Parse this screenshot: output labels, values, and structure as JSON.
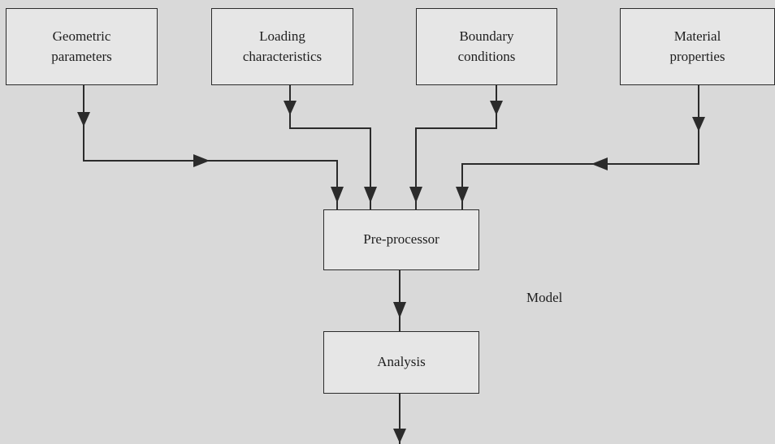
{
  "inputs": [
    {
      "line1": "Geometric",
      "line2": "parameters"
    },
    {
      "line1": "Loading",
      "line2": "characteristics"
    },
    {
      "line1": "Boundary",
      "line2": "conditions"
    },
    {
      "line1": "Material",
      "line2": "properties"
    }
  ],
  "preprocessor": {
    "label": "Pre-processor"
  },
  "model_label": "Model",
  "analysis": {
    "label": "Analysis"
  },
  "colors": {
    "background": "#d9d9d9",
    "box_fill": "#e6e6e6",
    "stroke": "#2b2b2b"
  }
}
